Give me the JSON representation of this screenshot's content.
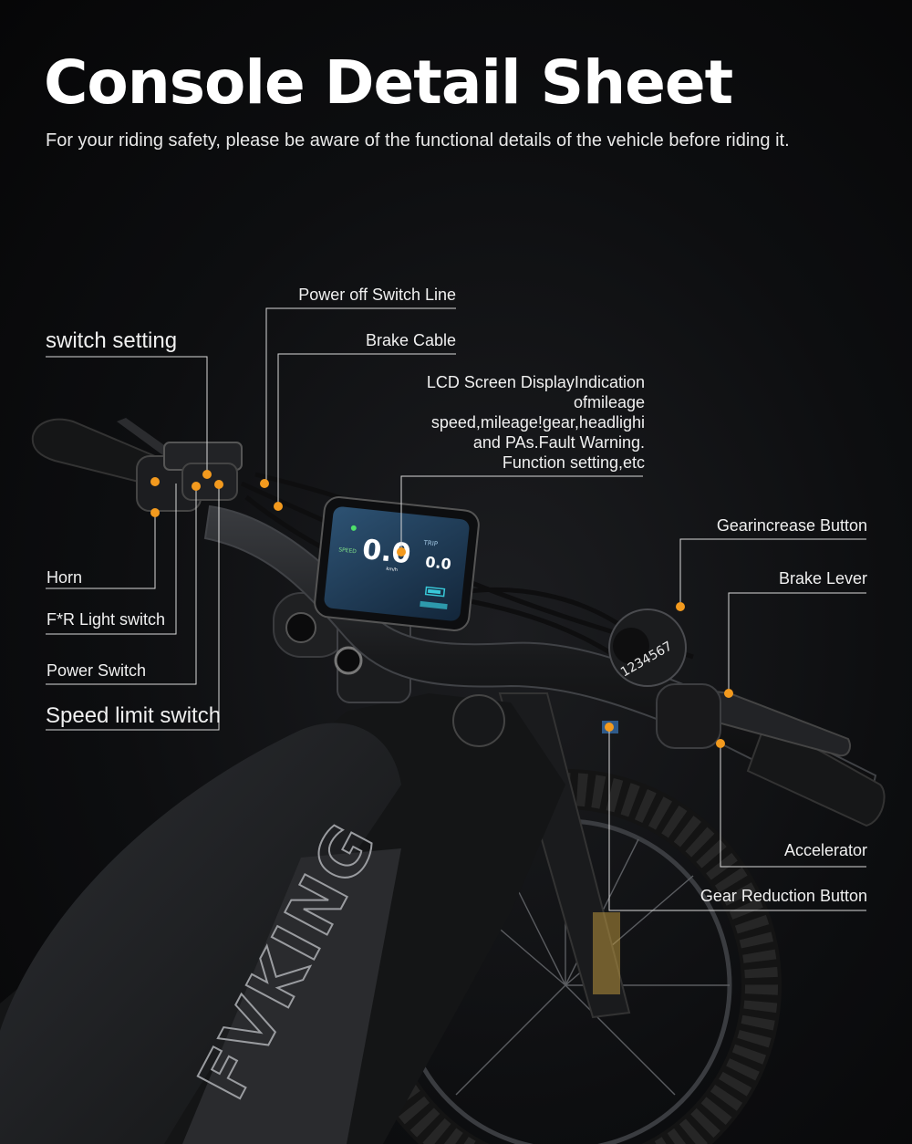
{
  "header": {
    "title": "Console Detail Sheet",
    "subtitle": "For your riding safety, please be aware of the functional details of the vehicle before riding it."
  },
  "callouts": {
    "power_off_switch_line": "Power off Switch Line",
    "brake_cable": "Brake Cable",
    "lcd_screen": "LCD Screen DisplayIndication\nofmileage\nspeed,mileage!gear,headlighi\nand PAs.Fault Warning.\nFunction setting,etc",
    "switch_setting": "switch setting",
    "horn": "Horn",
    "fr_light_switch": "F*R Light switch",
    "power_switch": "Power Switch",
    "speed_limit_switch": "Speed limit switch",
    "gear_increase_button": "Gearincrease Button",
    "brake_lever": "Brake Lever",
    "accelerator": "Accelerator",
    "gear_reduction_button": "Gear Reduction Button"
  },
  "display": {
    "speed_value": "0.0",
    "trip_label": "TRIP",
    "trip_value": "0.0",
    "speed_label": "SPEED",
    "unit": "km/h"
  },
  "gear_dial": "1234567",
  "brand": "FVKING",
  "colors": {
    "dot": "#f39a1e",
    "line": "#d9d9d9",
    "lcd_bg": "#1d3550",
    "lcd_accent": "#38c8d8"
  }
}
